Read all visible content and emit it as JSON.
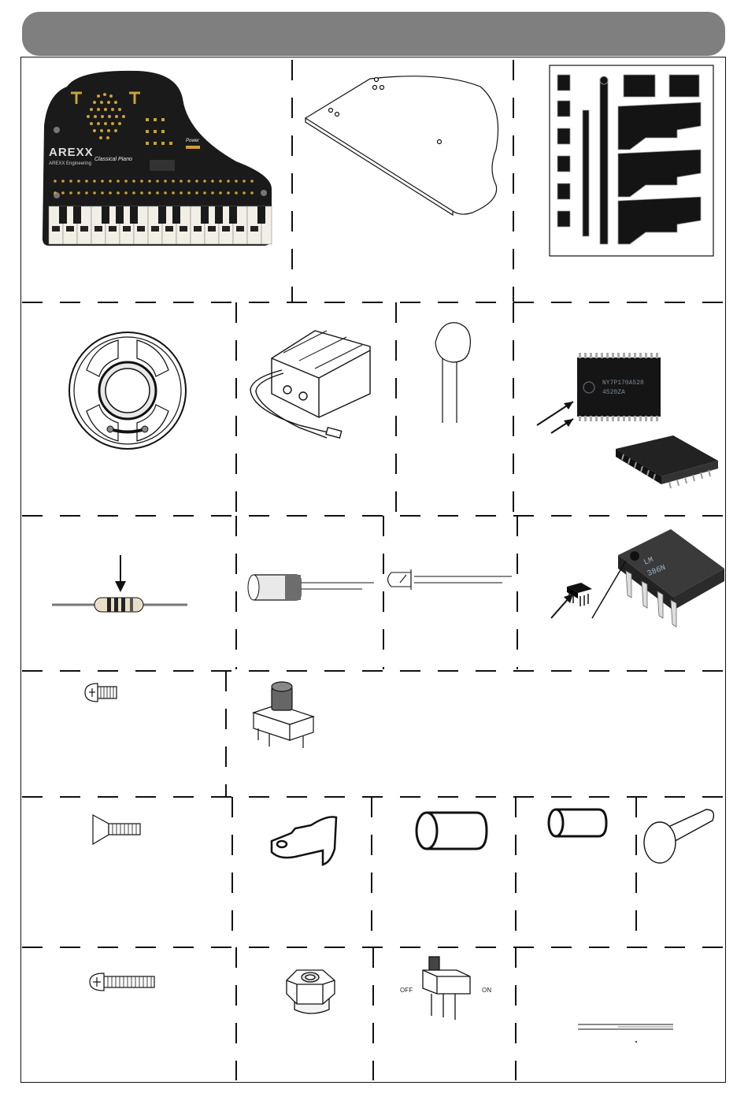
{
  "pcb": {
    "brand": "AREXX",
    "brand_sub": "AREXX Engineering",
    "title": "Classical Piano",
    "power_label": "Power"
  },
  "chips": {
    "soic_marking_1": "NY7P170A528",
    "soic_marking_2": "4520ZA",
    "dip_marking_1": "LM",
    "dip_marking_2": "386N"
  },
  "switch": {
    "off_label": "OFF",
    "on_label": "ON"
  }
}
